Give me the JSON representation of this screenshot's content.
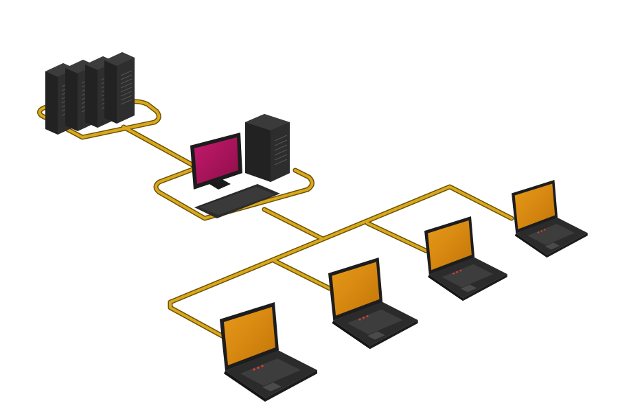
{
  "colors": {
    "background": "#ffffff",
    "cable": "#d9a81c",
    "cable_outline": "#6b5206",
    "device_body": "#2a2a2a",
    "desktop_screen": "#b3145f",
    "laptop_screen": "#d98a12",
    "indicator_lights": "#e0402a"
  },
  "devices": {
    "servers": 4,
    "desktops": 1,
    "laptops": 4
  }
}
